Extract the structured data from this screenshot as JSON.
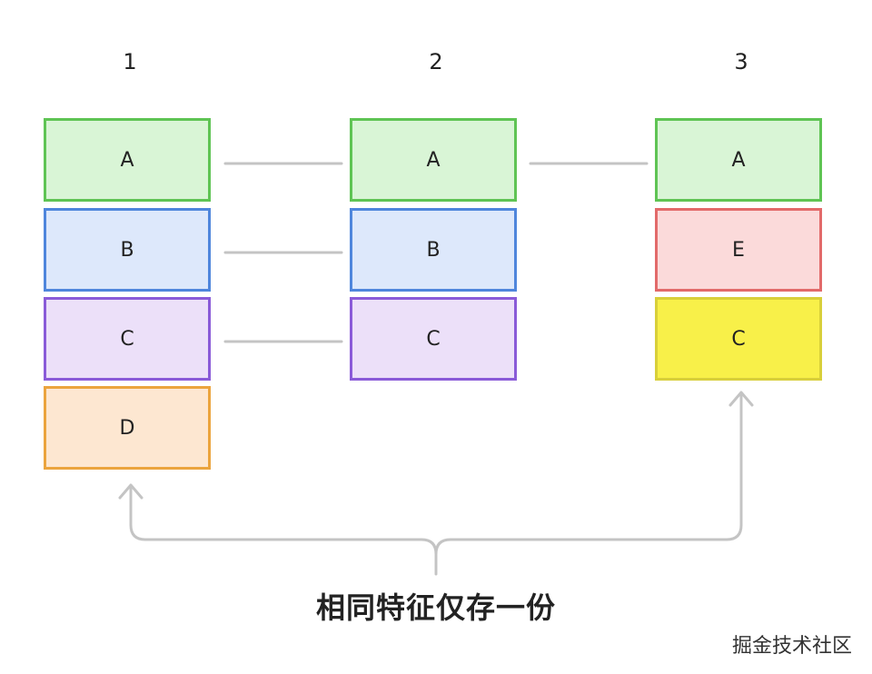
{
  "columns": [
    {
      "number": "1",
      "blocks": [
        {
          "label": "A",
          "color": "green"
        },
        {
          "label": "B",
          "color": "blue"
        },
        {
          "label": "C",
          "color": "purple"
        },
        {
          "label": "D",
          "color": "orange"
        }
      ]
    },
    {
      "number": "2",
      "blocks": [
        {
          "label": "A",
          "color": "green"
        },
        {
          "label": "B",
          "color": "blue"
        },
        {
          "label": "C",
          "color": "purple"
        }
      ]
    },
    {
      "number": "3",
      "blocks": [
        {
          "label": "A",
          "color": "green"
        },
        {
          "label": "E",
          "color": "red"
        },
        {
          "label": "C",
          "color": "yellow"
        }
      ]
    }
  ],
  "colors": {
    "green": "#5fc454",
    "blue": "#4f86dc",
    "purple": "#8a5bd8",
    "orange": "#eba43e",
    "red": "#e26a6a",
    "yellow": "#d8cf3a",
    "connector": "#c4c4c4"
  },
  "caption": "相同特征仅存一份",
  "watermark": "掘金技术社区"
}
